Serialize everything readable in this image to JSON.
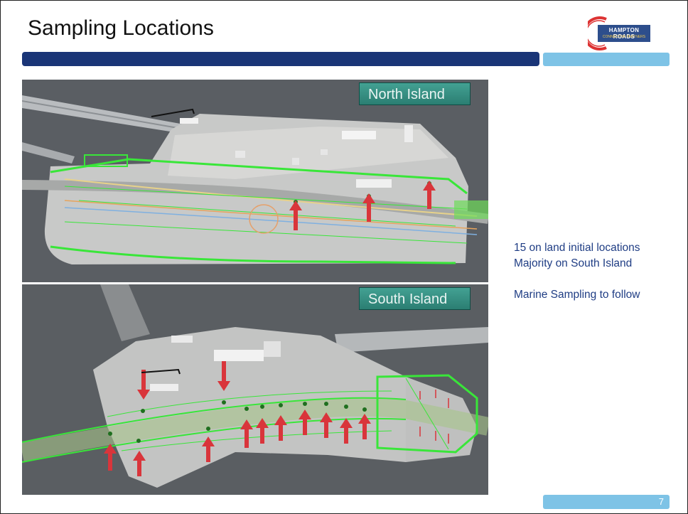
{
  "slide": {
    "title": "Sampling Locations",
    "logo": {
      "line1": "HAMPTON ROADS",
      "line2": "CONNECTOR PARTNERS"
    },
    "maps": {
      "north_label": "North Island",
      "south_label": "South Island"
    },
    "notes": [
      "15 on land initial locations",
      "Majority on South Island",
      "Marine Sampling to follow"
    ],
    "page_number": "7"
  },
  "colors": {
    "title_bar": "#1a3577",
    "accent_bar": "#7ec3e6",
    "label_fill": "#2f8a7e",
    "note_text": "#1f3d84",
    "marker_arrow": "#d9353b",
    "alignment_green": "#39e639"
  }
}
